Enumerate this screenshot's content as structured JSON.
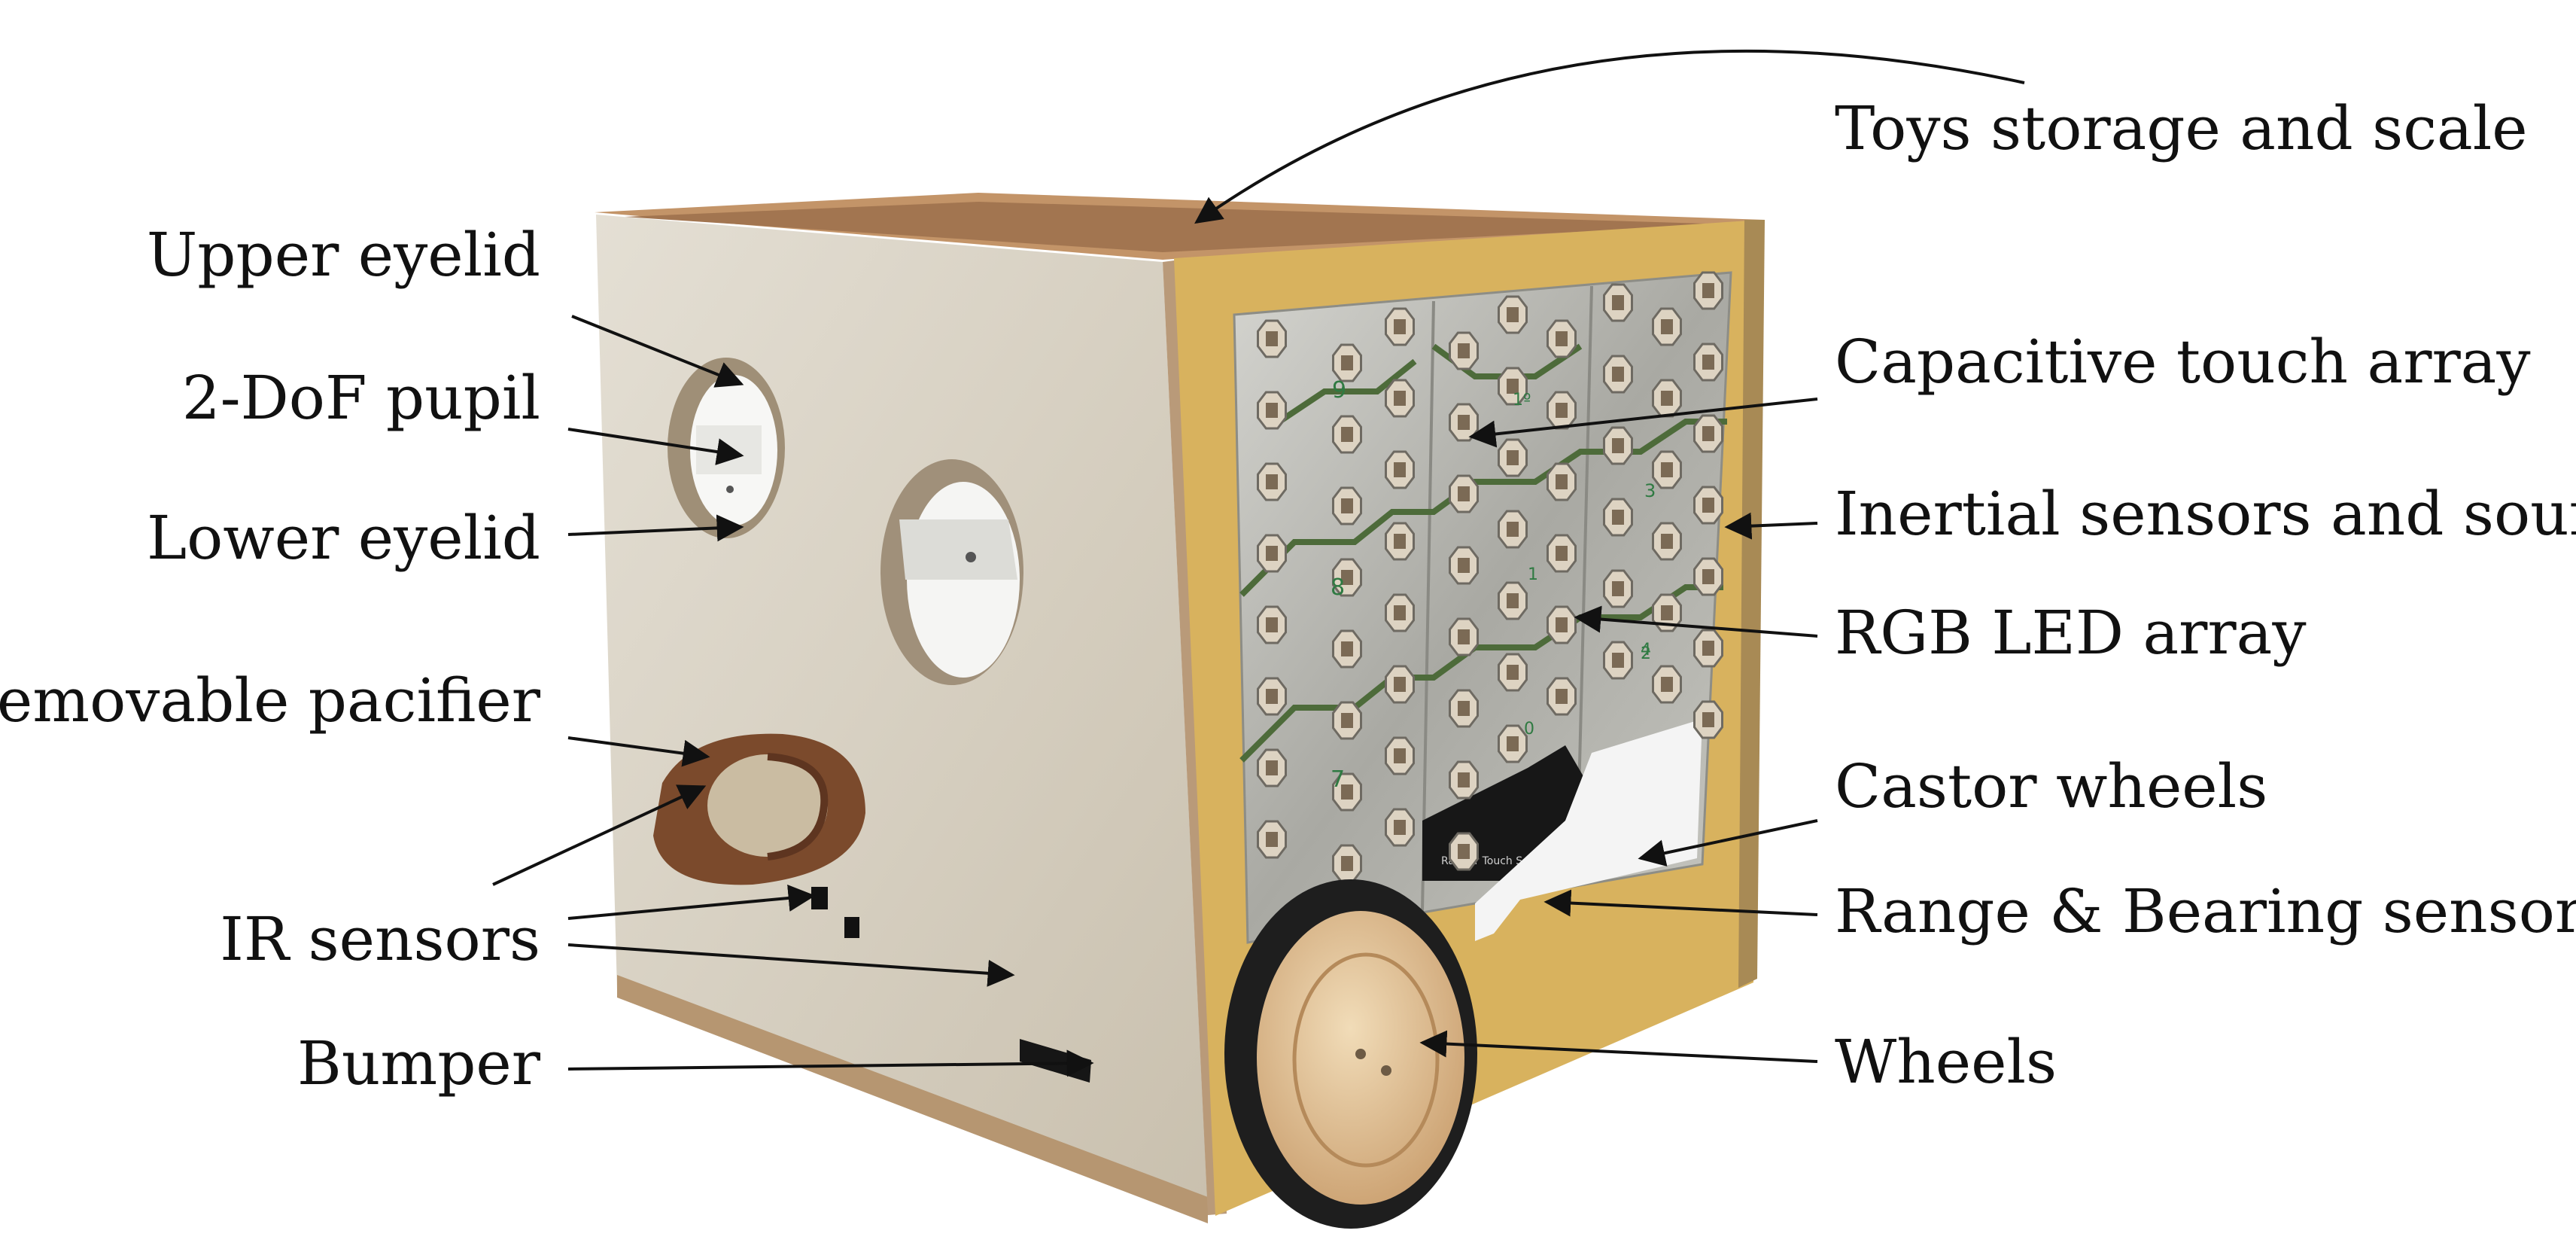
{
  "labels": {
    "toys_storage": "Toys storage and scale",
    "upper_eyelid": "Upper eyelid",
    "pupil": "2-DoF pupil",
    "lower_eyelid": "Lower eyelid",
    "pacifier": "Removable pacifier",
    "ir_sensors": "IR sensors",
    "bumper": "Bumper",
    "touch_array": "Capacitive touch array",
    "inertial": "Inertial sensors and sound",
    "rgb_led": "RGB LED array",
    "castor": "Castor wheels",
    "range_bearing": "Range & Bearing sensor",
    "wheels": "Wheels"
  },
  "pcb": {
    "digits": [
      "9",
      "1º",
      "3",
      "8",
      "1",
      "2",
      "7",
      "0",
      "4"
    ],
    "chip_text": "Ranger Touch Sensor"
  },
  "colors": {
    "wood_side": "#d9d2c4",
    "wood_top": "#cfa27a",
    "frame": "#d8b25e",
    "pcb": "#b9b9b4",
    "trace": "#4d6b3a",
    "pacifier": "#7b4a2c",
    "tire": "#1e1e1e",
    "hub": "#e3c49a"
  }
}
